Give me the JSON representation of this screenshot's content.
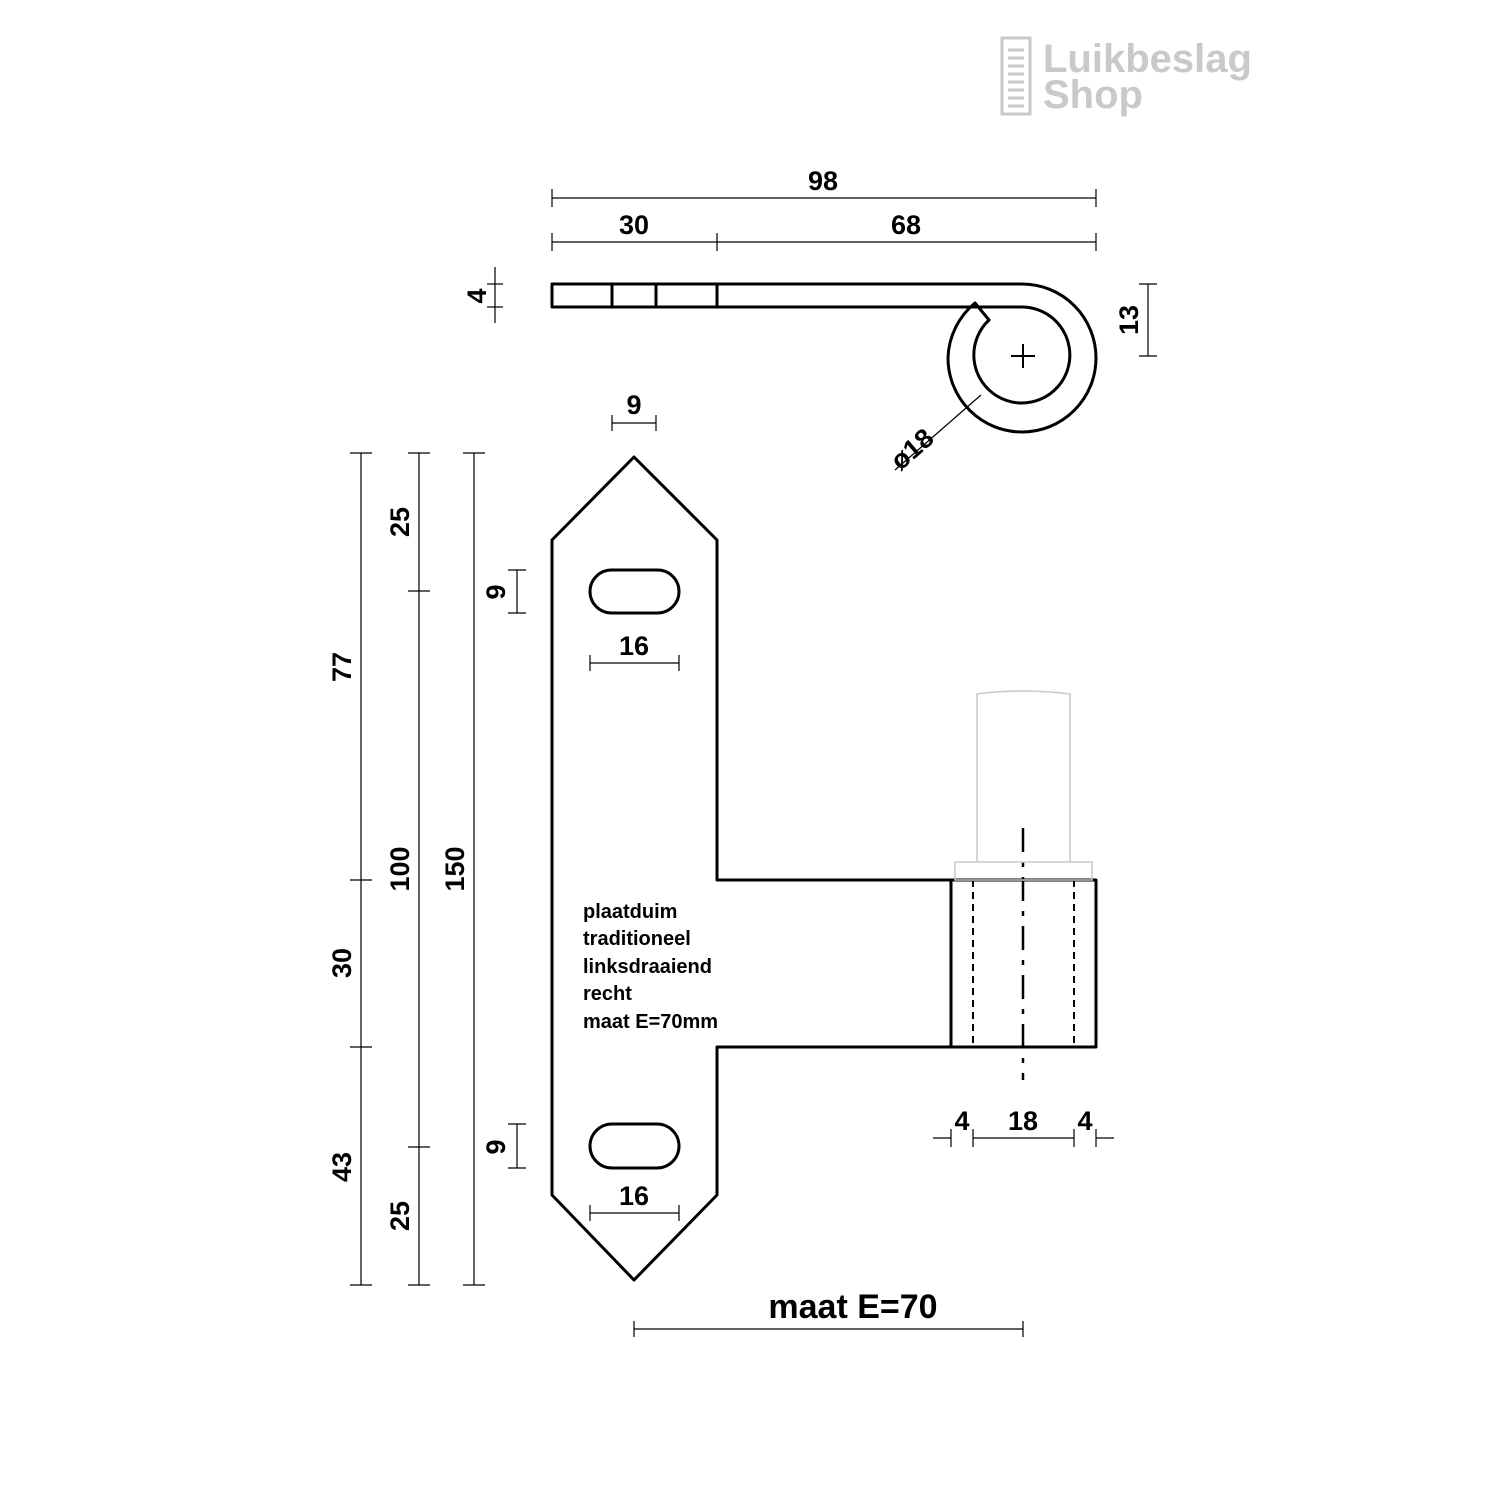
{
  "logo": {
    "line1": "Luikbeslag",
    "line2": "Shop",
    "color": "#c9c9c9"
  },
  "description": {
    "line1": "plaatduim",
    "line2": "traditioneel",
    "line3": "linksdraaiend",
    "line4": "recht",
    "line5": "maat E=70mm"
  },
  "dims": {
    "top_total": "98",
    "top_seg1": "30",
    "top_seg2": "68",
    "thickness": "4",
    "offset": "13",
    "diameter": "ø18",
    "tip_width": "9",
    "left_outer": {
      "top": "77",
      "mid": "30",
      "bottom": "43"
    },
    "left_mid": {
      "top": "25",
      "mid": "100",
      "bottom": "25"
    },
    "left_total": "150",
    "slot_height_top": "9",
    "slot_height_bottom": "9",
    "slot_width_top": "16",
    "slot_width_bottom": "16",
    "knuckle_wall_left": "4",
    "knuckle_bore": "18",
    "knuckle_wall_right": "4",
    "maat_e": "maat E=70"
  }
}
